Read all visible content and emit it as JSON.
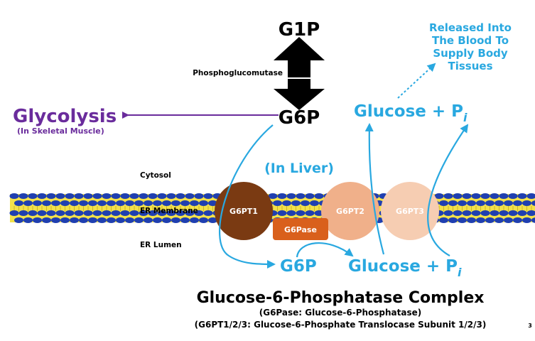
{
  "top": {
    "g1p": "G1P",
    "enzyme": "Phosphoglucomutase",
    "g6p": "G6P"
  },
  "glycolysis": {
    "label": "Glycolysis",
    "sublabel": "(In Skeletal Muscle)"
  },
  "released": {
    "lines": [
      "Released Into",
      "The Blood To",
      "Supply Body",
      "Tissues"
    ]
  },
  "products_top": {
    "glucose": "Glucose + P",
    "subscript": "i"
  },
  "compartments": {
    "cytosol": "Cytosol",
    "in_liver": "(In Liver)",
    "er_membrane": "ER Membrane",
    "er_lumen": "ER Lumen"
  },
  "proteins": {
    "g6pt1": "G6PT1",
    "g6pase": "G6Pase",
    "g6pt2": "G6PT2",
    "g6pt3": "G6PT3"
  },
  "lumen": {
    "g6p": "G6P",
    "glucose": "Glucose + P",
    "subscript": "i"
  },
  "footer": {
    "title": "Glucose-6-Phosphatase Complex",
    "sub1": "(G6Pase: Glucose-6-Phosphatase)",
    "sub2": "(G6PT1/2/3: Glucose-6-Phosphate Translocase Subunit 1/2/3)",
    "page_number": "3"
  },
  "colors": {
    "purple": "#6a2c9c",
    "blue": "#29a8e0",
    "membrane_head": "#1f3fb0",
    "membrane_tail": "#f2e14a",
    "g6pt1": "#7a3a12",
    "g6pase": "#d9601c",
    "g6pt2": "#f0b08a",
    "g6pt3": "#f6cdb2"
  }
}
